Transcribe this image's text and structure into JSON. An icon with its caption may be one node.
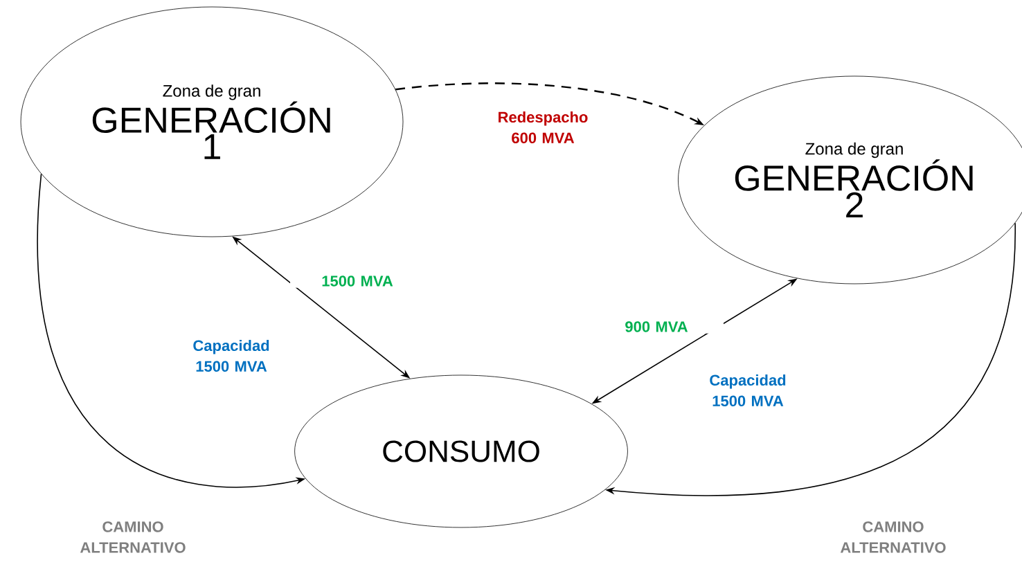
{
  "diagram": {
    "nodes": [
      {
        "text": [
          "Zona de gran",
          "GENERACIÓN 1"
        ]
      },
      {
        "text": [
          "Zona de gran",
          "GENERACIÓN 2"
        ]
      },
      {
        "text": [
          "CONSUMO"
        ]
      }
    ],
    "edges": [
      {
        "from": 0,
        "to": 1,
        "arrow": "to",
        "style": "dashed",
        "label": "Redespacho 600 MVA"
      },
      {
        "from": 0,
        "to": 2,
        "arrow": "both",
        "label": "1500 MVA"
      },
      {
        "from": 1,
        "to": 2,
        "arrow": "both",
        "label": "900 MVA"
      },
      {
        "from": 0,
        "to": 2,
        "arrow": "to",
        "label": "CAMINO ALTERNATIVO"
      },
      {
        "from": 1,
        "to": 2,
        "arrow": "to",
        "label": "CAMINO ALTERNATIVO"
      }
    ],
    "labels": [
      "Capacidad 1500 MVA",
      "Capacidad 1500 MVA"
    ]
  }
}
